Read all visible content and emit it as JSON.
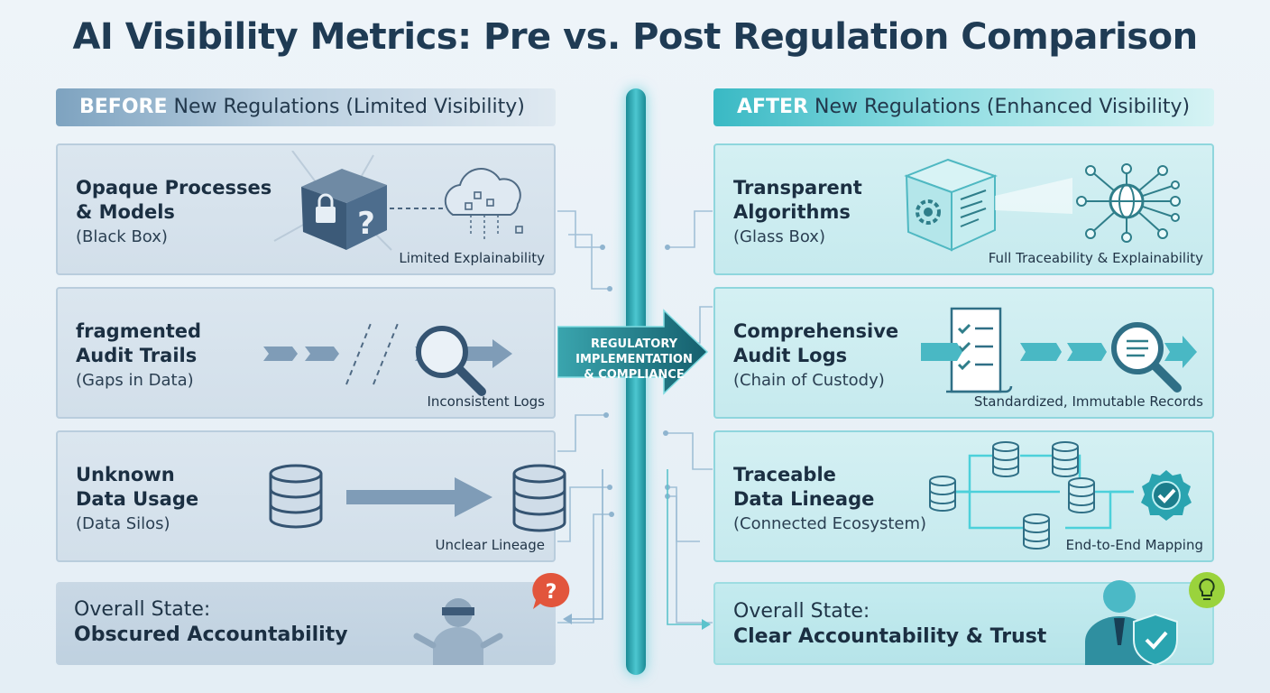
{
  "title": "AI Visibility Metrics: Pre vs. Post Regulation Comparison",
  "before": {
    "header_strong": "BEFORE",
    "header_rest": " New Regulations (Limited Visibility)",
    "cards": [
      {
        "line1": "Opaque Processes",
        "line2": "& Models",
        "sub": "(Black Box)",
        "caption": "Limited Explainability"
      },
      {
        "line1": "fragmented",
        "line2": "Audit Trails",
        "sub": "(Gaps in Data)",
        "caption": "Inconsistent Logs"
      },
      {
        "line1": "Unknown",
        "line2": "Data Usage",
        "sub": "(Data Silos)",
        "caption": "Unclear Lineage"
      }
    ],
    "overall_label": "Overall State:",
    "overall_value": "Obscured Accountability"
  },
  "after": {
    "header_strong": "AFTER",
    "header_rest": " New Regulations (Enhanced Visibility)",
    "cards": [
      {
        "line1": "Transparent",
        "line2": "Algorithms",
        "sub": "(Glass Box)",
        "caption": "Full Traceability & Explainability"
      },
      {
        "line1": "Comprehensive",
        "line2": "Audit Logs",
        "sub": "(Chain of Custody)",
        "caption": "Standardized, Immutable Records"
      },
      {
        "line1": "Traceable",
        "line2": "Data Lineage",
        "sub": "(Connected Ecosystem)",
        "caption": "End-to-End Mapping"
      }
    ],
    "overall_label": "Overall State:",
    "overall_value": "Clear Accountability & Trust"
  },
  "center": {
    "line1": "REGULATORY",
    "line2": "IMPLEMENTATION",
    "line3": "& COMPLIANCE"
  },
  "icons": {
    "before_card1": "locked-question-cube-icon",
    "before_card1_b": "cloud-network-icon",
    "before_card2": "magnifier-icon",
    "before_card3": "database-icon",
    "before_overall": "blindfolded-person-icon",
    "before_overall_b": "question-bubble-icon",
    "after_card1": "glass-cube-gear-icon",
    "after_card1_b": "globe-network-icon",
    "after_card2": "checklist-scroll-icon",
    "after_card2_b": "magnifier-document-icon",
    "after_card3": "database-flow-icon",
    "after_card3_b": "verified-badge-icon",
    "after_overall": "person-shield-icon",
    "after_overall_b": "lightbulb-icon"
  },
  "colors": {
    "before_accent": "#7ea3c0",
    "after_accent": "#39b9c4",
    "divider": "#2aa9b4",
    "title": "#1f3b54"
  }
}
